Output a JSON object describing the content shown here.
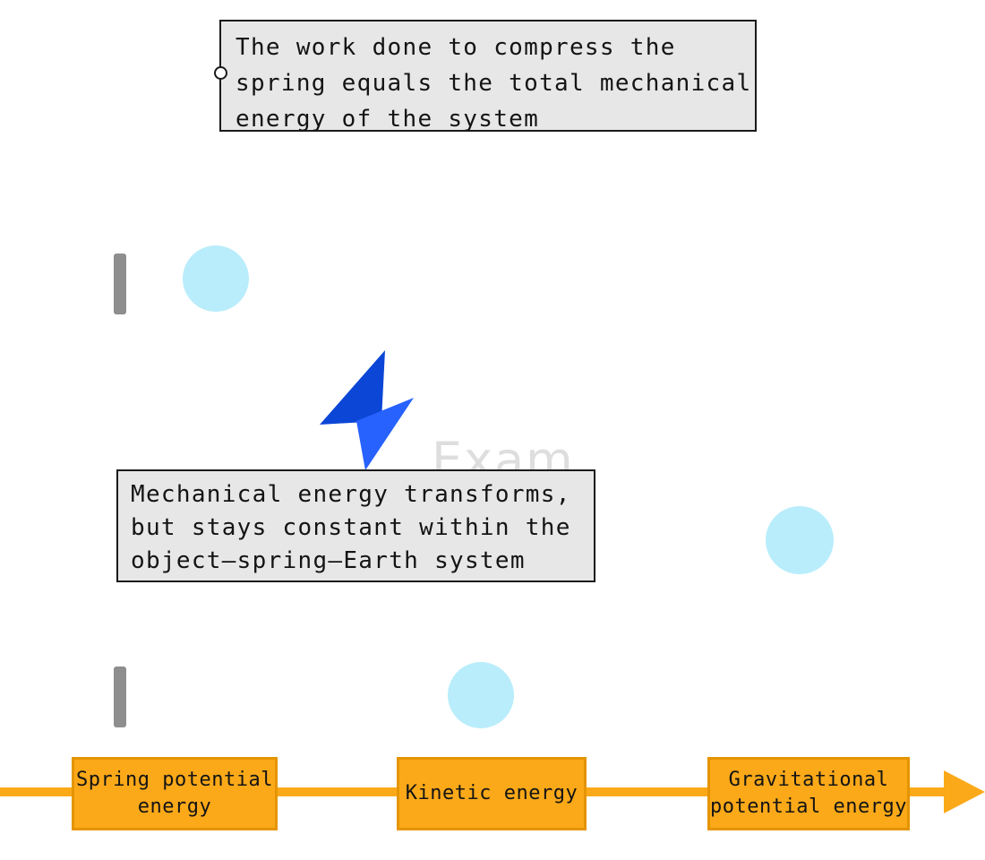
{
  "callouts": {
    "top": {
      "lines": [
        "The work done to compress the",
        "spring equals the total mechanical",
        "energy of the system"
      ]
    },
    "middle": {
      "lines": [
        "Mechanical energy transforms,",
        "but stays constant within the",
        "object–spring–Earth system"
      ]
    }
  },
  "watermark": {
    "text": "Exam"
  },
  "timeline": {
    "stages": [
      {
        "label_lines": [
          "Spring potential",
          "energy"
        ]
      },
      {
        "label_lines": [
          "Kinetic energy"
        ]
      },
      {
        "label_lines": [
          "Gravitational",
          "potential energy"
        ]
      }
    ]
  },
  "colors": {
    "accent_orange": "#FBA919",
    "orange_border": "#E59400",
    "ball_cyan": "#B9EDFB",
    "bar_gray": "#8E8E8E",
    "bolt_blue_dark": "#0B46D6",
    "bolt_blue_light": "#2762FF",
    "callout_bg": "#E7E7E7",
    "watermark_gray": "#DEDEDE"
  }
}
